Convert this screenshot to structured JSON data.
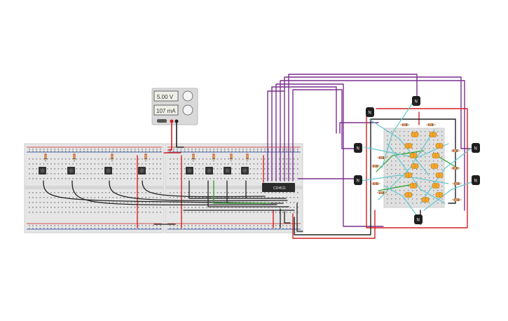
{
  "power_supply": {
    "voltage": "5.00 V",
    "current": "107 mA"
  },
  "ic": {
    "label": "CD4511"
  },
  "transistors": {
    "label": "N"
  },
  "colors": {
    "wire_red": "#d42020",
    "wire_black": "#222222",
    "wire_purple": "#7a2f8f",
    "wire_green": "#2aa02a",
    "wire_cyan": "#63c7cf",
    "breadboard": "#e6e6e6",
    "led": "#f2a62a"
  }
}
